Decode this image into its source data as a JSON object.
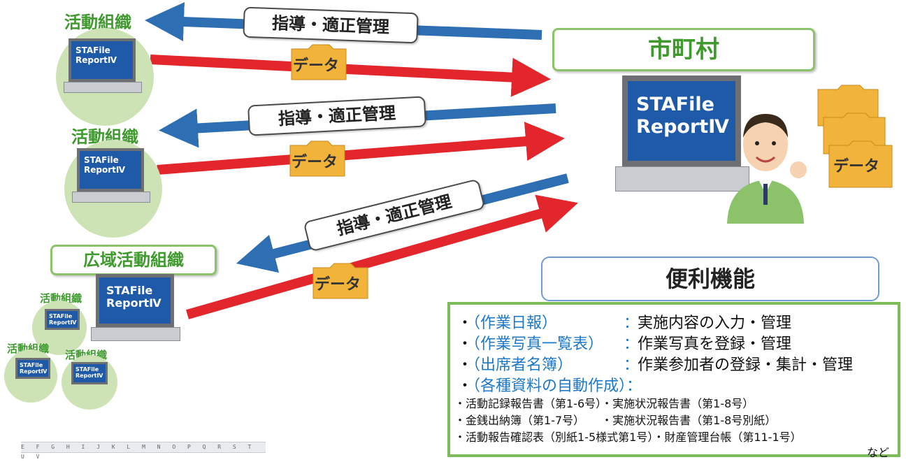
{
  "colors": {
    "blue_arrow": "#2e6fb3",
    "red_arrow": "#e3262b",
    "green": "#3f9a2e",
    "laptop_screen": "#1f5aa8",
    "folder": "#f2b33a",
    "circle": "#cde3b5"
  },
  "municipality": {
    "title": "市町村"
  },
  "laptop": {
    "line1": "STAFile",
    "line2": "ReportⅣ"
  },
  "arrow_labels": {
    "guidance": "指導・適正管理",
    "data": "データ"
  },
  "groups": [
    {
      "label": "活動組織"
    },
    {
      "label": "活動組織"
    },
    {
      "label": "広域活動組織"
    }
  ],
  "small_groups": [
    {
      "label": "活動組織"
    },
    {
      "label": "活動組織"
    },
    {
      "label": "活動組織"
    }
  ],
  "features": {
    "title": "便利機能",
    "items": [
      {
        "bullet": "・",
        "name": "（作業日報）",
        "colon": "：",
        "desc": "実施内容の入力・管理"
      },
      {
        "bullet": "・",
        "name": "（作業写真一覧表）",
        "colon": "：",
        "desc": "作業写真を登録・管理"
      },
      {
        "bullet": "・",
        "name": "（出席者名簿）",
        "colon": "：",
        "desc": "作業参加者の登録・集計・管理"
      },
      {
        "bullet": "・",
        "name": "（各種資料の自動作成）",
        "colon": "：",
        "desc": ""
      }
    ],
    "docs": [
      "・活動記録報告書（第1-6号）・実施状況報告書（第1-8号）",
      "・金銭出納簿（第1-7号）　　・実施状況報告書（第1-8号別紙）",
      "・活動報告確認表（別紙1-5様式第1号）・財産管理台帳（第11-1号）"
    ],
    "etc": "など"
  },
  "ruler_text": "E F G H I J K L M N O P Q R S T U V"
}
